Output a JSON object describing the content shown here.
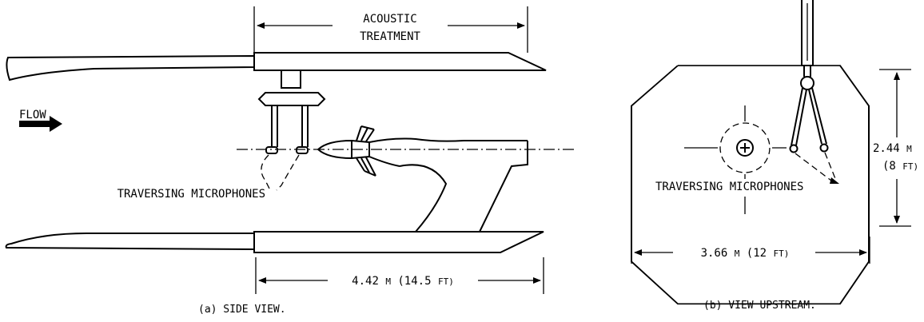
{
  "side_view": {
    "acoustic_line1": "ACOUSTIC",
    "acoustic_line2": "TREATMENT",
    "flow": "FLOW",
    "microphones": "TRAVERSING MICROPHONES",
    "length_num": "4.42",
    "length_m": "M",
    "length_open": "(14.5",
    "length_ft": "FT)",
    "caption": "(a) SIDE VIEW."
  },
  "upstream_view": {
    "height_num": "2.44",
    "height_m": "M",
    "height_open": "(8",
    "height_ft": "FT)",
    "microphones": "TRAVERSING MICROPHONES",
    "width_num": "3.66",
    "width_m": "M",
    "width_open": "(12",
    "width_ft": "FT)",
    "caption": "(b) VIEW UPSTREAM."
  }
}
